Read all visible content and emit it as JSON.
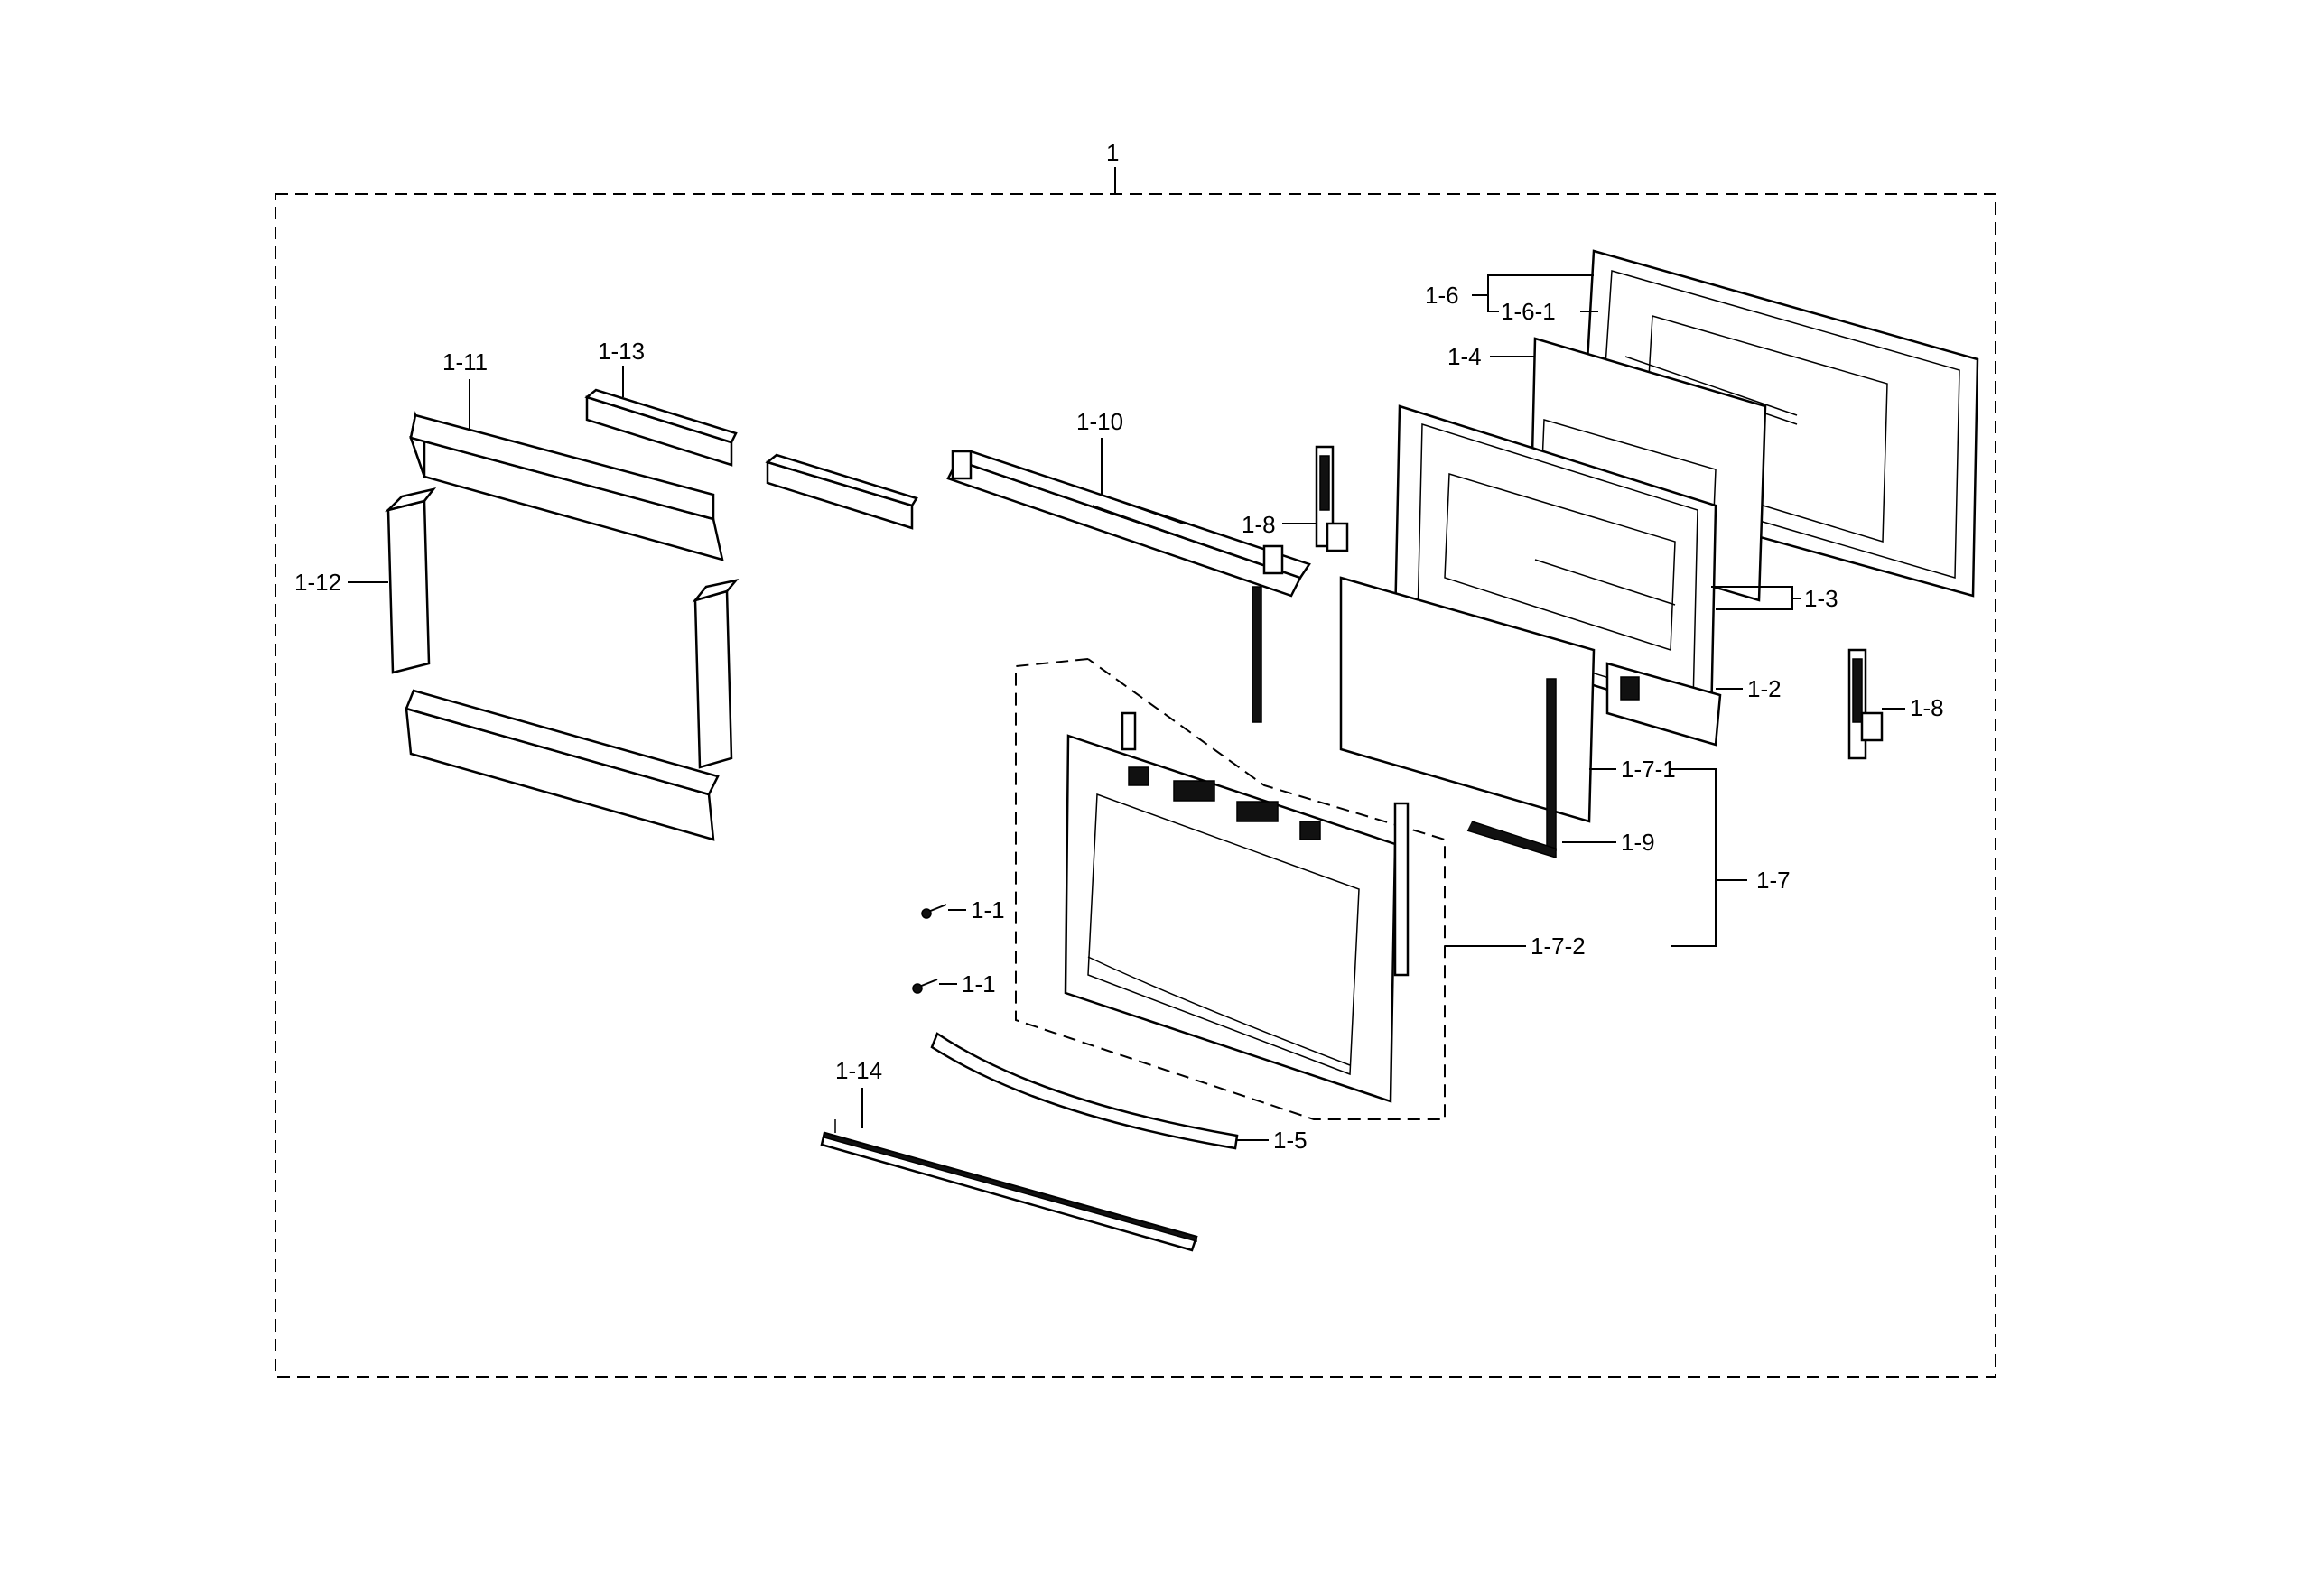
{
  "labels": {
    "assembly": "1",
    "l_1_1": "1-1",
    "l_1_2": "1-2",
    "l_1_3": "1-3",
    "l_1_4": "1-4",
    "l_1_5": "1-5",
    "l_1_6": "1-6",
    "l_1_6_1": "1-6-1",
    "l_1_7": "1-7",
    "l_1_7_1": "1-7-1",
    "l_1_7_2": "1-7-2",
    "l_1_8": "1-8",
    "l_1_9": "1-9",
    "l_1_10": "1-10",
    "l_1_11": "1-11",
    "l_1_12": "1-12",
    "l_1_13": "1-13",
    "l_1_14": "1-14"
  }
}
